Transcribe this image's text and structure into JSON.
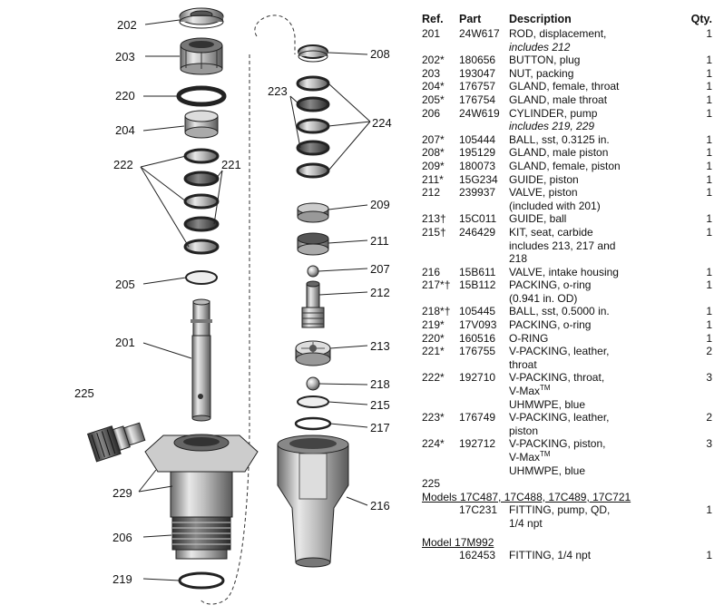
{
  "diagram_labels": {
    "l202": "202",
    "l203": "203",
    "l220": "220",
    "l204": "204",
    "l222": "222",
    "l221": "221",
    "l205": "205",
    "l201": "201",
    "l225": "225",
    "l229": "229",
    "l206": "206",
    "l219": "219",
    "l208": "208",
    "l223": "223",
    "l224": "224",
    "l209": "209",
    "l211": "211",
    "l207": "207",
    "l212": "212",
    "l213": "213",
    "l218": "218",
    "l215": "215",
    "l217": "217",
    "l216": "216"
  },
  "table": {
    "headers": {
      "ref": "Ref.",
      "part": "Part",
      "desc": "Description",
      "qty": "Qty."
    },
    "rows": [
      {
        "ref": "201",
        "part": "24W617",
        "desc": "ROD, displacement,",
        "desc_note": "includes 212",
        "qty": "1"
      },
      {
        "ref": "202*",
        "part": "180656",
        "desc": "BUTTON, plug",
        "qty": "1"
      },
      {
        "ref": "203",
        "part": "193047",
        "desc": "NUT, packing",
        "qty": "1"
      },
      {
        "ref": "204*",
        "part": "176757",
        "desc": "GLAND, female, throat",
        "qty": "1"
      },
      {
        "ref": "205*",
        "part": "176754",
        "desc": "GLAND, male throat",
        "qty": "1"
      },
      {
        "ref": "206",
        "part": "24W619",
        "desc": "CYLINDER, pump",
        "desc_note": "includes 219, 229",
        "qty": "1"
      },
      {
        "ref": "207*",
        "part": "105444",
        "desc": "BALL, sst, 0.3125 in.",
        "qty": "1"
      },
      {
        "ref": "208*",
        "part": "195129",
        "desc": "GLAND, male piston",
        "qty": "1"
      },
      {
        "ref": "209*",
        "part": "180073",
        "desc": "GLAND, female, piston",
        "qty": "1"
      },
      {
        "ref": "211*",
        "part": "15G234",
        "desc": "GUIDE, piston",
        "qty": "1"
      },
      {
        "ref": "212",
        "part": "239937",
        "desc": "VALVE, piston",
        "desc_cont": "(included with 201)",
        "qty": "1"
      },
      {
        "ref": "213†",
        "part": "15C011",
        "desc": "GUIDE, ball",
        "qty": "1"
      },
      {
        "ref": "215†",
        "part": "246429",
        "desc": "KIT, seat, carbide",
        "desc_cont": "includes 213, 217 and",
        "desc_cont2": "218",
        "qty": "1"
      },
      {
        "ref": "216",
        "part": "15B611",
        "desc": "VALVE, intake housing",
        "qty": "1"
      },
      {
        "ref": "217*†",
        "part": "15B112",
        "desc": "PACKING, o-ring",
        "desc_cont": "(0.941 in. OD)",
        "qty": "1"
      },
      {
        "ref": "218*†",
        "part": "105445",
        "desc": "BALL, sst, 0.5000 in.",
        "qty": "1"
      },
      {
        "ref": "219*",
        "part": "17V093",
        "desc": "PACKING, o-ring",
        "qty": "1"
      },
      {
        "ref": "220*",
        "part": "160516",
        "desc": "O-RING",
        "qty": "1"
      },
      {
        "ref": "221*",
        "part": "176755",
        "desc": "V-PACKING, leather,",
        "desc_cont": "throat",
        "qty": "2"
      },
      {
        "ref": "222*",
        "part": "192710",
        "desc": "V-PACKING, throat,",
        "desc_cont": "V-Max",
        "desc_cont_sup": "TM",
        "desc_cont2": "UHMWPE, blue",
        "qty": "3"
      },
      {
        "ref": "223*",
        "part": "176749",
        "desc": "V-PACKING, leather,",
        "desc_cont": "piston",
        "qty": "2"
      },
      {
        "ref": "224*",
        "part": "192712",
        "desc": "V-PACKING, piston,",
        "desc_cont": "V-Max",
        "desc_cont_sup": "TM",
        "desc_cont2": "UHMWPE, blue",
        "qty": "3"
      }
    ],
    "ref225": "225",
    "models_a": "Models 17C487, 17C488, 17C489, 17C721",
    "row_a": {
      "part": "17C231",
      "desc": "FITTING, pump, QD,",
      "desc_cont": "1/4 npt",
      "qty": "1"
    },
    "models_b": "Model 17M992",
    "row_b": {
      "part": "162453",
      "desc": "FITTING, 1/4 npt",
      "qty": "1"
    }
  }
}
